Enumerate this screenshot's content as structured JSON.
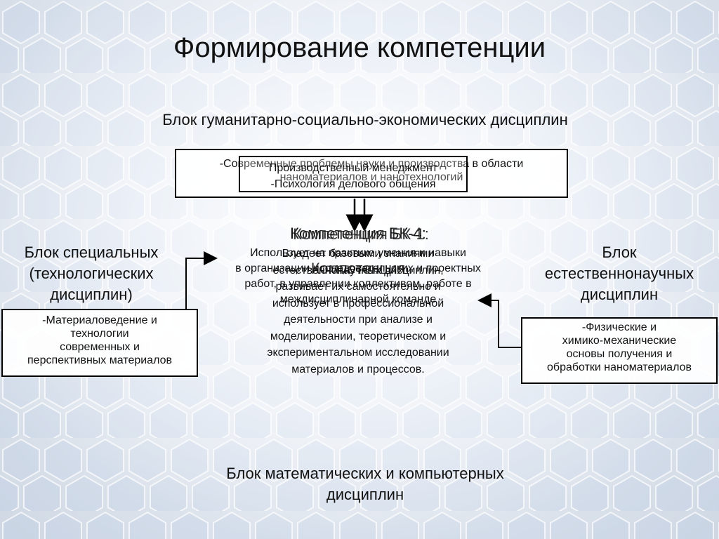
{
  "slide": {
    "title": "Формирование компетенции"
  },
  "blocks": {
    "humanitarian": {
      "title": "Блок гуманитарно-социально-экономических дисциплин",
      "outer_text": "-Современные проблемы науки и производства в области наноматериалов и нанотехнологий",
      "inner_lines": [
        "Производственный менеджмент",
        "-Психология делового общения"
      ]
    },
    "special": {
      "title_lines": [
        "Блок специальных",
        "(технологических",
        "дисциплин)"
      ],
      "box_lines": [
        "-Материаловедение и",
        "технологии",
        "современных и",
        "перспективных  материалов"
      ]
    },
    "natural": {
      "title_lines": [
        "Блок",
        "естественнонаучных",
        "дисциплин"
      ],
      "box_lines": [
        "-Физические и",
        "химико-механические",
        "основы получения и",
        "обработки наноматериалов"
      ]
    },
    "math": {
      "title_lines": [
        "Блок математических и компьютерных",
        "дисциплин"
      ]
    }
  },
  "competence": {
    "title_a": "Компетенция БК-4:",
    "title_b": "Компетенция БК-1:",
    "title_c": "Компетенция",
    "text_a_lines": [
      "Использует на практике умения и навыки",
      "в организации исследовательских и проектных",
      "работ, в управлении коллективом, работе в",
      "междисциплинарной команде"
    ],
    "text_b_lines": [
      "Владеет базовыми знаниями",
      "естественнонаучных дисциплин,",
      "развивает их самостоятельно и",
      "использует в профессиональной",
      "деятельности при анализе и",
      "моделировании, теоретическом и",
      "экспериментальном исследовании",
      "материалов и процессов."
    ]
  }
}
